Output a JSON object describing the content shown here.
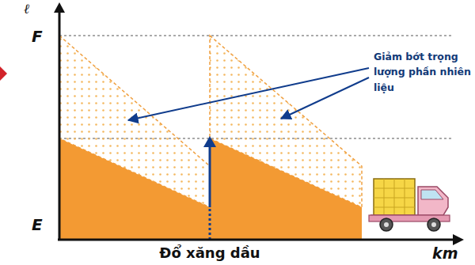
{
  "diagram": {
    "labels": [
      "ℓ",
      "F",
      "E",
      "km",
      "Đổ xăng dầu",
      "Giảm bớt trọng lượng phần nhiên liệu"
    ]
  }
}
